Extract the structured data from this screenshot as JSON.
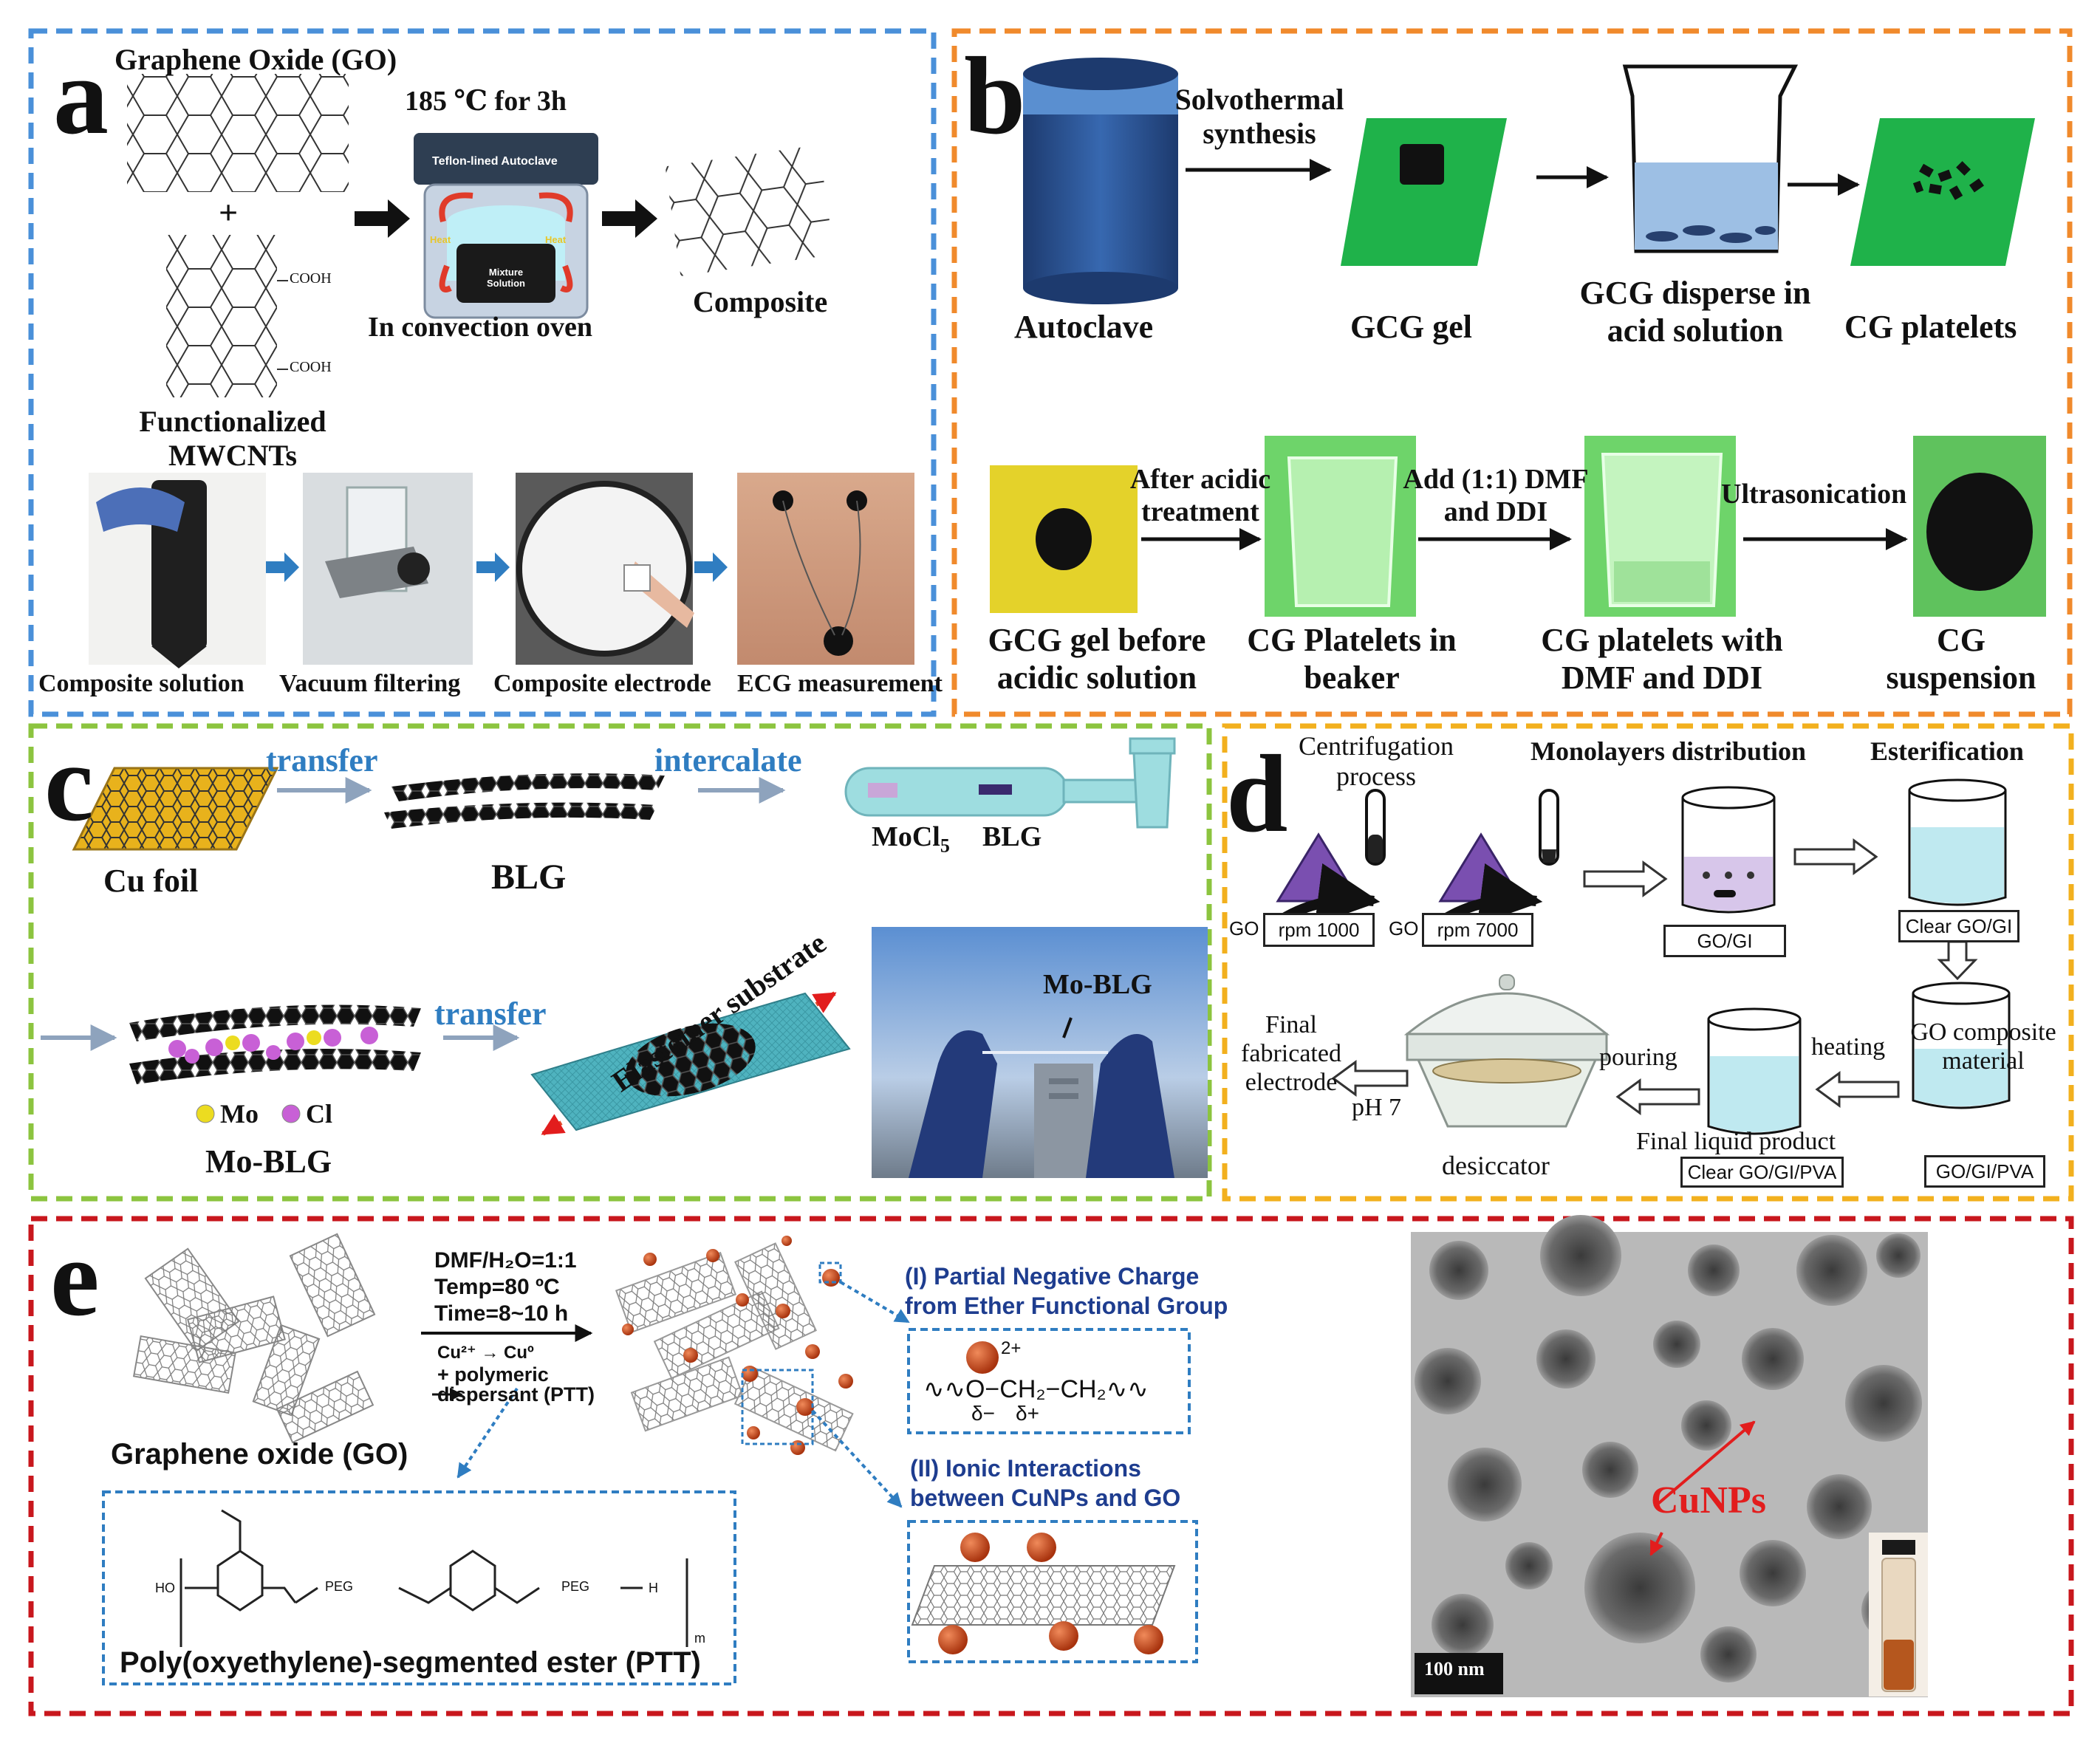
{
  "panels": {
    "a": {
      "letter": "a",
      "go_label": "Graphene Oxide (GO)",
      "plus": "+",
      "cooh_1": "COOH",
      "cooh_2": "COOH",
      "mwcnt_label": "Functionalized MWCNTs",
      "condition": "185 ℃ for 3h",
      "autoclave_label": "Teflon-lined Autoclave",
      "heat_1": "Heat",
      "heat_2": "Heat",
      "mixture_label": "Mixture Solution",
      "oven_label": "In convection oven",
      "composite_label": "Composite",
      "photos": [
        "Composite solution",
        "Vacuum filtering",
        "Composite electrode",
        "ECG measurement"
      ]
    },
    "b": {
      "letter": "b",
      "autoclave": "Autoclave",
      "solvothermal": "Solvothermal synthesis",
      "gcg_gel": "GCG gel",
      "gcg_disperse": "GCG disperse in acid solution",
      "cg_platelets": "CG platelets",
      "after_acidic": "After acidic treatment",
      "add_dmf": "Add (1:1) DMF and DDI",
      "ultrasonication": "Ultrasonication",
      "photo_captions": [
        "GCG gel before acidic solution",
        "CG Platelets in beaker",
        "CG platelets with DMF and DDI",
        "CG suspension"
      ]
    },
    "c": {
      "letter": "c",
      "transfer_1": "transfer",
      "intercalate": "intercalate",
      "cu_foil": "Cu foil",
      "blg": "BLG",
      "mocl5_prefix": "MoCl",
      "mocl5_sub": "5",
      "mocl5_blg": "BLG",
      "transfer_2": "transfer",
      "legend_mo": "Mo",
      "legend_cl": "Cl",
      "mo_blg_label": "Mo-BLG",
      "elastomer": "Elastomer substrate",
      "photo_label": "Mo-BLG"
    },
    "d": {
      "letter": "d",
      "centrifugation": "Centrifugation process",
      "monolayers": "Monolayers distribution",
      "esterification": "Esterification",
      "go_1": "GO",
      "rpm_1": "rpm 1000",
      "go_2": "GO",
      "rpm_2": "rpm 7000",
      "go_gi": "GO/GI",
      "clear_go_gi": "Clear GO/GI",
      "go_composite": "GO composite material",
      "heating": "heating",
      "go_gi_pva": "GO/GI/PVA",
      "final_liquid": "Final liquid product",
      "clear_go_gi_pva": "Clear GO/GI/PVA",
      "pouring": "pouring",
      "desiccator": "desiccator",
      "ph": "pH 7",
      "final_electrode": "Final fabricated electrode"
    },
    "e": {
      "letter": "e",
      "conditions": [
        "DMF/H₂O=1:1",
        "Temp=80 ºC",
        "Time=8~10 h"
      ],
      "reaction": "Cu²⁺ → Cuº",
      "dispersant": "+ polymeric dispersant (PTT)",
      "go_label": "Graphene oxide (GO)",
      "ptt_label": "Poly(oxyethylene)-segmented ester (PTT)",
      "ptt_peg_1": "PEG",
      "ptt_peg_2": "PEG",
      "ptt_ho": "HO",
      "ptt_h": "H",
      "ptt_m": "m",
      "interaction_1": "(I) Partial Negative Charge from Ether Functional Group",
      "interaction_2": "(II) Ionic Interactions between CuNPs and GO",
      "ether_formula": "∿∿O−CH₂−CH₂∿∿",
      "charge_2plus": "2+",
      "delta_minus": "δ−",
      "delta_plus": "δ+",
      "tem_label": "CuNPs",
      "scale_bar": "100 nm"
    }
  },
  "colors": {
    "a_border": "#4a90d9",
    "b_border": "#f08a2c",
    "c_border": "#8cc43f",
    "d_border": "#f2b01e",
    "e_border": "#c8171d",
    "arrow_blue": "#2f7dc1",
    "cuo_particle": "#c84a1e",
    "graphene_green": "#1fb24a"
  }
}
